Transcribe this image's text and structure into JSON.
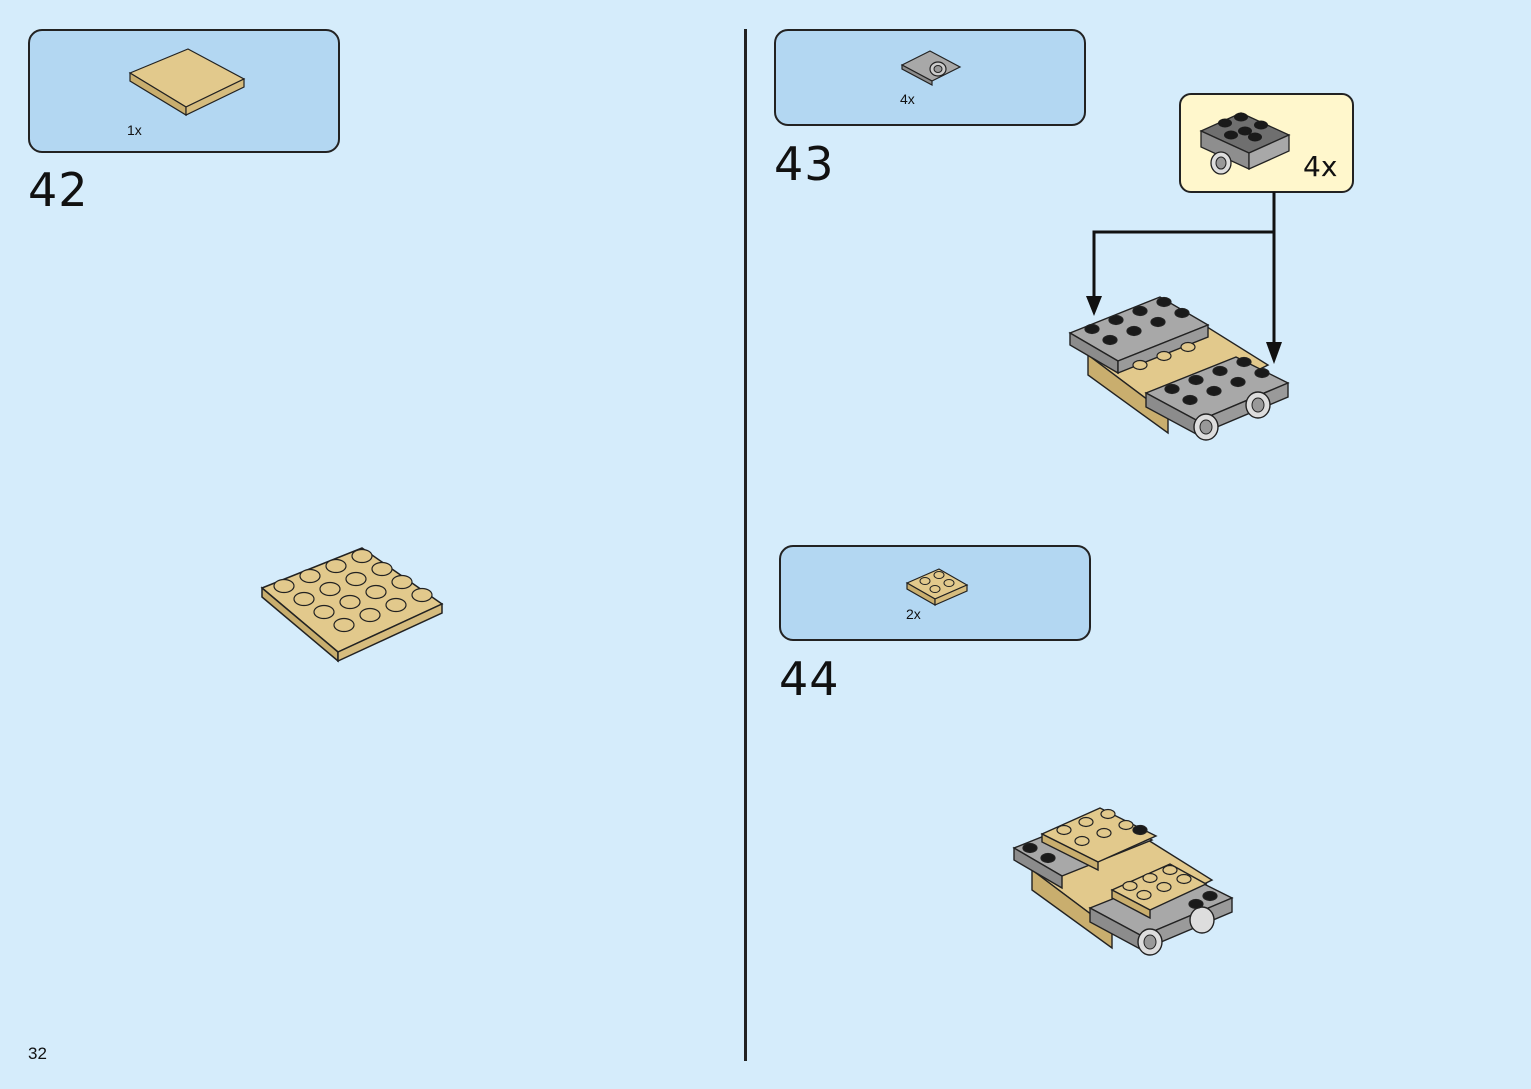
{
  "page_number": "32",
  "steps": [
    {
      "number": "42",
      "parts_qty": "1x"
    },
    {
      "number": "43",
      "parts_qty": "4x",
      "subassembly_qty": "4x"
    },
    {
      "number": "44",
      "parts_qty": "2x"
    }
  ],
  "colors": {
    "background": "#d5ecfb",
    "parts_box": "#b3d7f2",
    "callout": "#fff7cc",
    "tan": "#e2c98c",
    "gray": "#a8a8a8",
    "dark_gray": "#555555"
  }
}
